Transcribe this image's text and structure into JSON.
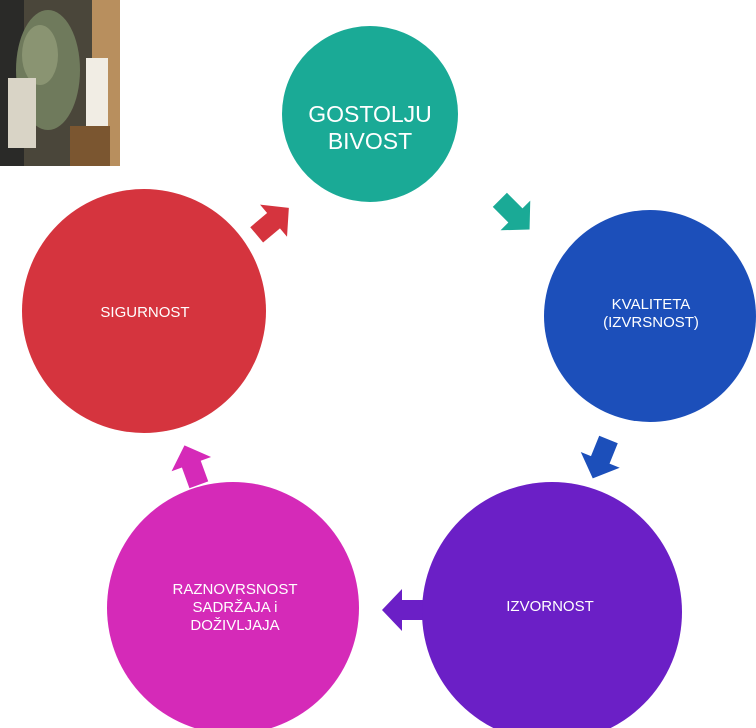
{
  "photo": {
    "icon": "people-at-table-photo"
  },
  "diagram": {
    "nodes": [
      {
        "id": "gostoljubivost",
        "label": "GOSTOLJU\nBIVOST",
        "color": "#1aaa96"
      },
      {
        "id": "kvaliteta",
        "label": "KVALITETA\n(IZVRSNOST)",
        "color": "#1c4fba"
      },
      {
        "id": "izvornost",
        "label": "IZVORNOST",
        "color": "#6b1fc6"
      },
      {
        "id": "raznovrsnost",
        "label": "RAZNOVRSNOST\nSADRŽAJA i\nDOŽIVLJAJA",
        "color": "#d52ab8"
      },
      {
        "id": "sigurnost",
        "label": "SIGURNOST",
        "color": "#d5343e"
      }
    ],
    "arrows": [
      {
        "from": "gostoljubivost",
        "to": "kvaliteta",
        "color": "#1aaa96"
      },
      {
        "from": "kvaliteta",
        "to": "izvornost",
        "color": "#1c4fba"
      },
      {
        "from": "izvornost",
        "to": "raznovrsnost",
        "color": "#6b1fc6"
      },
      {
        "from": "raznovrsnost",
        "to": "sigurnost",
        "color": "#d52ab8"
      },
      {
        "from": "sigurnost",
        "to": "gostoljubivost",
        "color": "#d5343e"
      }
    ]
  }
}
